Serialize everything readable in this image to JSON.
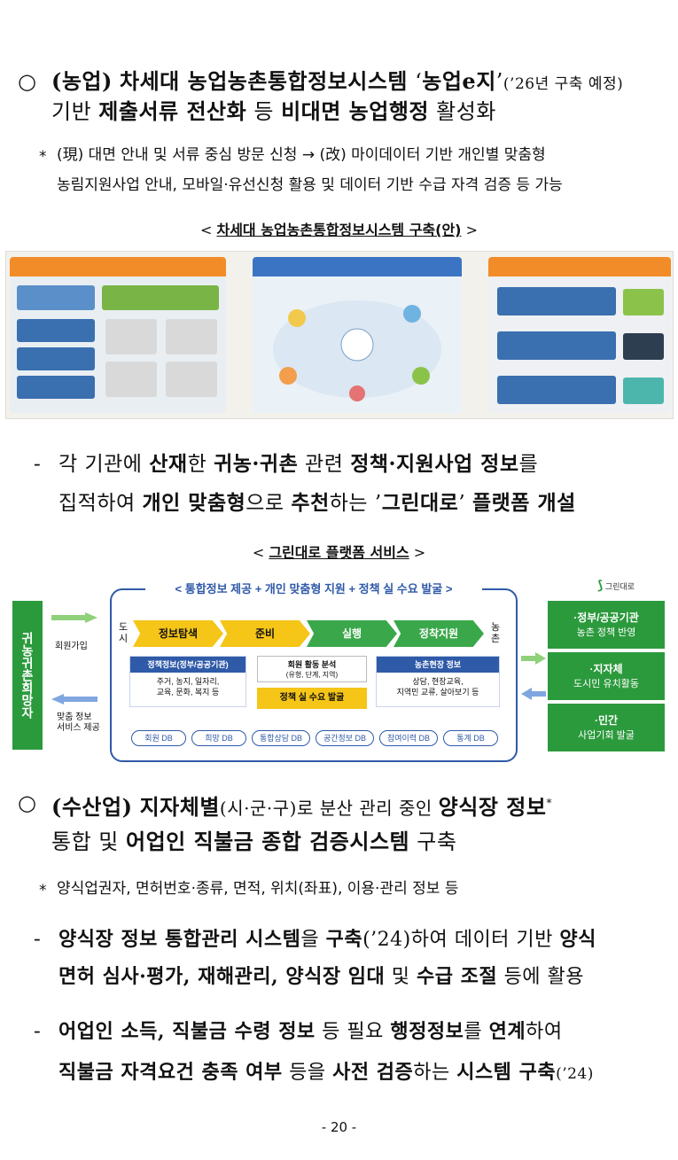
{
  "p1": {
    "bullet": "○",
    "l1": [
      "(농업)",
      " ",
      "차세대 농업농촌통합정보시스템",
      " ‘",
      "농업e지",
      "’",
      "(’26년 구축 예정)"
    ],
    "l2": [
      "기반 ",
      "제출서류 전산화",
      " 등 ",
      "비대면 농업행정",
      " 활성화"
    ],
    "note_star": "*",
    "note_l1": "(現) 대면 안내 및 서류 중심 방문 신청 → (改) 마이데이터 기반 개인별 맞춤형",
    "note_l2": "농림지원사업 안내, 모바일·유선신청 활용 및 데이터 기반 수급 자격 검증 등 가능"
  },
  "cap1": {
    "pre": "< ",
    "text": "차세대 농업농촌통합정보시스템 구축(안)",
    "post": " >"
  },
  "d1": {
    "dash": "-",
    "l1": [
      "각 기관에 ",
      "산재",
      "한 ",
      "귀농·귀촌",
      " 관련 ",
      "정책·지원사업 정보",
      "를"
    ],
    "l2": [
      "집적하여 ",
      "개인 맞춤형",
      "으로 ",
      "추천",
      "하는 ’",
      "그린대로",
      "’ ",
      "플랫폼 개설"
    ]
  },
  "cap2": {
    "pre": "< ",
    "text": "그린대로 플랫폼 서비스",
    "post": " >"
  },
  "fig2": {
    "header": "< 통합정보 제공 + 개인 맞춤형 지원 + 정책 실 수요 발굴 >",
    "logo": "그린대로",
    "left_label": "귀농귀촌희망자",
    "join": "회원가입",
    "service": "맞춤 정보\n서비스 제공",
    "city": "도시",
    "village": "농촌",
    "steps": [
      "정보탐색",
      "준비",
      "실행",
      "정착지원"
    ],
    "box1_title": "정책정보(정부/공공기관)",
    "box1_body": "주거, 농지, 일자리,\n교육, 문화, 복지 등",
    "box2_title": "회원 활동 분석",
    "box2_sub": "(유형, 단계, 지역)",
    "box2_yellow": "정책 실 수요 발굴",
    "box3_title": "농촌현장 정보",
    "box3_body": "상담, 현장교육,\n지역민 교류, 살아보기 등",
    "dbs": [
      "회원 DB",
      "희망 DB",
      "통합상담 DB",
      "공간정보 DB",
      "참여이력 DB",
      "통계 DB"
    ],
    "right": [
      {
        "t": "·정부/공공기관",
        "s": "농촌 정책 반영"
      },
      {
        "t": "·지자체",
        "s": "도시민 유치활동"
      },
      {
        "t": "·민간",
        "s": "사업기회 발굴"
      }
    ]
  },
  "p2": {
    "bullet": "○",
    "l1": [
      "(수산업)",
      " ",
      "지자체별",
      "(시·군·구)로 분산 관리 중인 ",
      "양식장 정보",
      "*"
    ],
    "l2": [
      "통합 및 ",
      "어업인 직불금 종합 검증시스템",
      " 구축"
    ],
    "note_star": "*",
    "note": "양식업권자, 면허번호·종류, 면적, 위치(좌표), 이용·관리 정보 등"
  },
  "d2": {
    "dash": "-",
    "l1": [
      "양식장 정보 통합관리 시스템",
      "을 ",
      "구축",
      "(’24)하여 데이터 기반 ",
      "양식"
    ],
    "l2": [
      "면허 심사·평가, 재해관리, 양식장 임대",
      " 및 ",
      "수급 조절",
      " 등에 활용"
    ]
  },
  "d3": {
    "dash": "-",
    "l1": [
      "어업인 소득, 직불금 수령 정보",
      " 등 필요 ",
      "행정정보",
      "를 ",
      "연계",
      "하여"
    ],
    "l2": [
      "직불금 자격요건 충족 여부",
      " 등을 ",
      "사전 검증",
      "하는 ",
      "시스템 구축",
      "(’24)"
    ]
  },
  "page": "- 20 -",
  "colors": {
    "green": "#2b9a3c",
    "blue": "#2f5aa8",
    "yellow": "#f5c518",
    "orange": "#f28c28"
  }
}
